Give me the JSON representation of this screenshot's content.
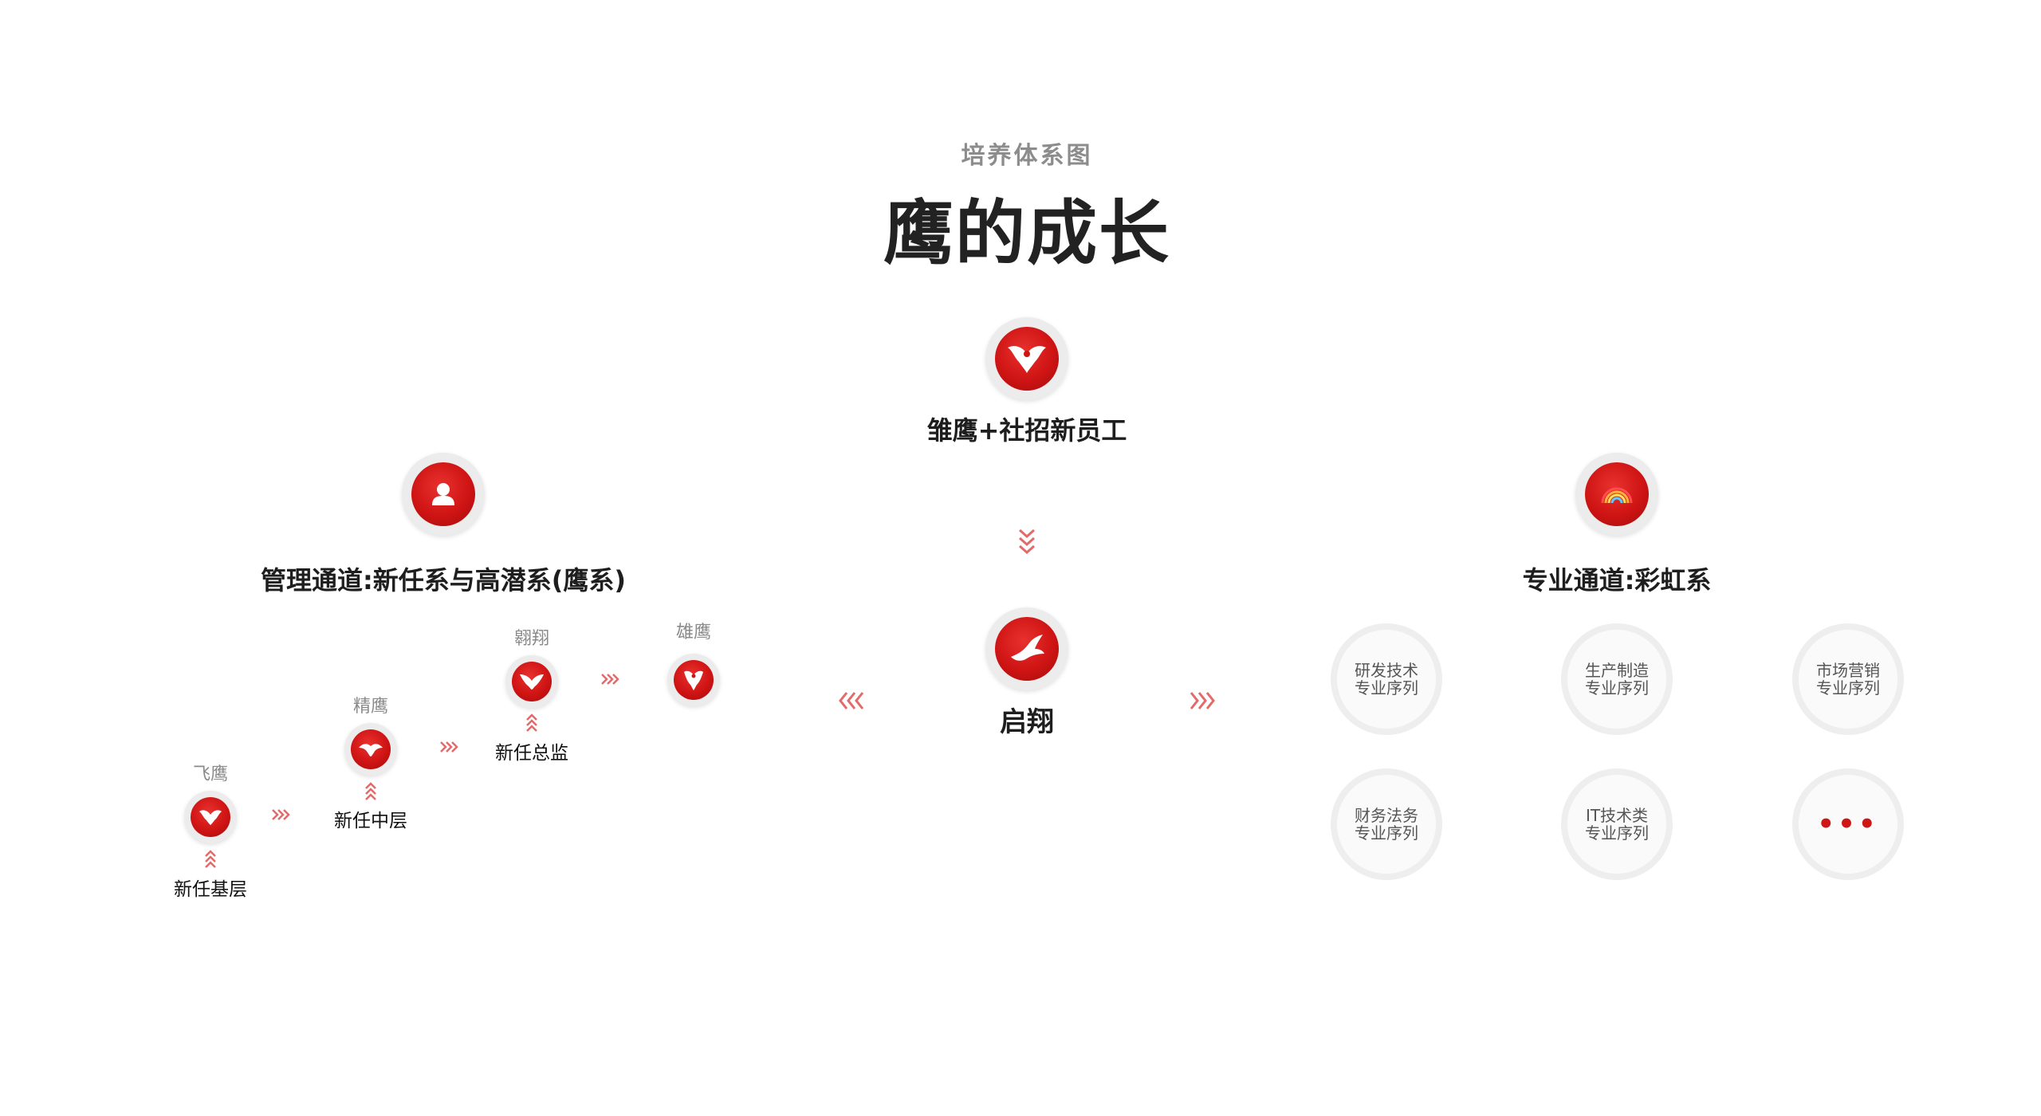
{
  "header": {
    "subtitle": "培养体系图",
    "title": "鹰的成长"
  },
  "top_node": {
    "label": "雏鹰+社招新员工",
    "icon": "eagle-wings-icon"
  },
  "center_node": {
    "label": "启翔",
    "icon": "flying-eagle-icon"
  },
  "management": {
    "label": "管理通道:新任系与高潜系(鹰系)",
    "icon": "person-icon",
    "stages": [
      {
        "rank": "飞鹰",
        "level": "新任基层",
        "icon": "eagle-icon"
      },
      {
        "rank": "精鹰",
        "level": "新任中层",
        "icon": "eagle-icon"
      },
      {
        "rank": "翱翔",
        "level": "新任总监",
        "icon": "eagle-icon"
      },
      {
        "rank": "雄鹰",
        "level": "",
        "icon": "eagle-icon"
      }
    ]
  },
  "professional": {
    "label": "专业通道:彩虹系",
    "icon": "rainbow-icon",
    "sequences": [
      {
        "line1": "研发技术",
        "line2": "专业序列"
      },
      {
        "line1": "生产制造",
        "line2": "专业序列"
      },
      {
        "line1": "市场营销",
        "line2": "专业序列"
      },
      {
        "line1": "财务法务",
        "line2": "专业序列"
      },
      {
        "line1": "IT技术类",
        "line2": "专业序列"
      },
      {
        "line1": "•••",
        "line2": ""
      }
    ]
  },
  "colors": {
    "accent_red": "#cf1414",
    "arrow_red": "#e46a6a",
    "ring_gray": "#ececec"
  }
}
